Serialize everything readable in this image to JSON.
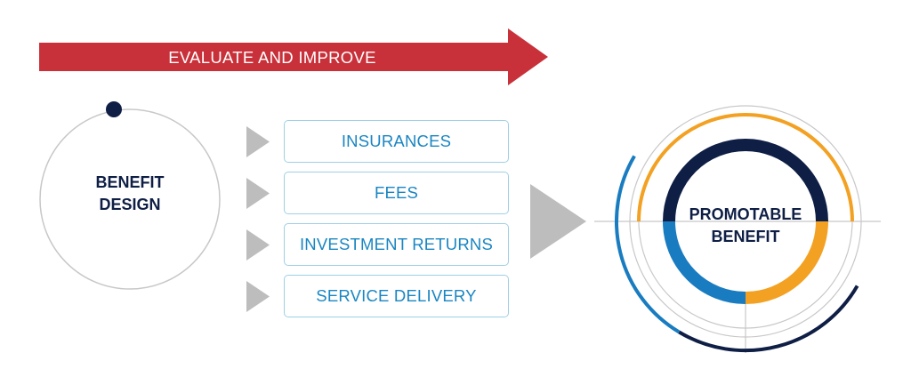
{
  "banner": {
    "label": "EVALUATE AND IMPROVE",
    "color": "#c8313a"
  },
  "left_circle": {
    "line1": "BENEFIT",
    "line2": "DESIGN"
  },
  "factors": [
    {
      "label": "INSURANCES"
    },
    {
      "label": "FEES"
    },
    {
      "label": "INVESTMENT RETURNS"
    },
    {
      "label": "SERVICE DELIVERY"
    }
  ],
  "result": {
    "line1": "PROMOTABLE",
    "line2": "BENEFIT"
  },
  "colors": {
    "navy": "#0e1e45",
    "orange": "#f3a122",
    "blue": "#1a7cc0",
    "gray_arrow": "#bdbdbd",
    "box_border": "#9fd0e6",
    "box_text": "#1a86c2"
  }
}
